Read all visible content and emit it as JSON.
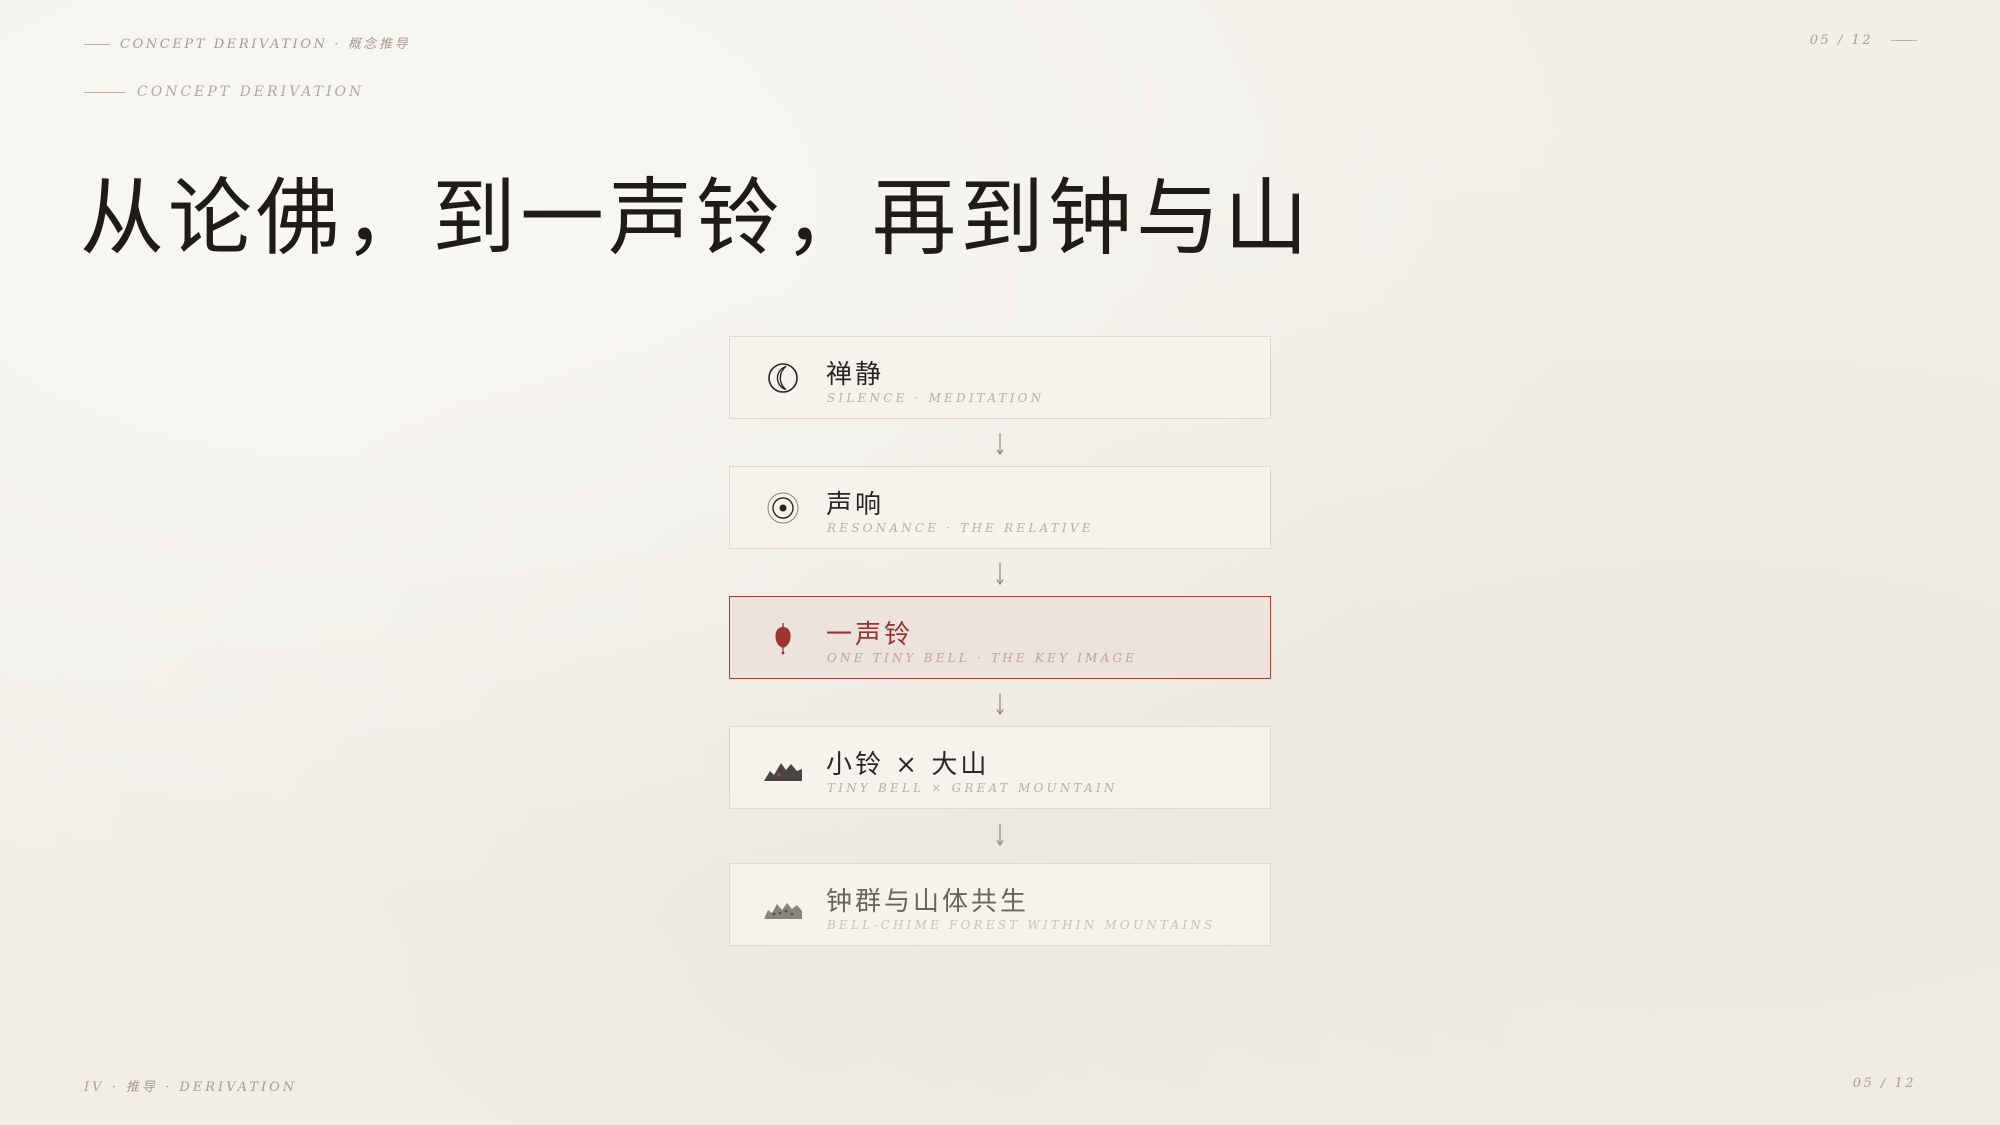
{
  "header": {
    "section_label": "CONCEPT DERIVATION · 概念推导",
    "page_indicator": "05 / 12"
  },
  "eyebrow": "CONCEPT DERIVATION",
  "title": "从论佛，到一声铃，再到钟与山",
  "steps": [
    {
      "zh": "禅静",
      "en": "SILENCE · MEDITATION",
      "icon": "crescent-moon-icon"
    },
    {
      "zh": "声响",
      "en": "RESONANCE · THE RELATIVE",
      "icon": "ripple-circle-icon"
    },
    {
      "zh": "一声铃",
      "en": "ONE TINY BELL · THE KEY IMAGE",
      "icon": "bell-icon"
    },
    {
      "zh": "小铃 × 大山",
      "en": "TINY BELL × GREAT MOUNTAIN",
      "icon": "mountain-bell-icon"
    },
    {
      "zh": "钟群与山体共生",
      "en": "BELL-CHIME FOREST WITHIN MOUNTAINS",
      "icon": "mountain-range-icon"
    }
  ],
  "arrow_icon": "down-arrow-icon",
  "footer": {
    "chapter": "IV · 推导 · DERIVATION",
    "page": "05 / 12"
  },
  "colors": {
    "background": "#f2efe8",
    "accent": "#963630",
    "card": "#f6f3ec",
    "highlight_card": "#ede3dc"
  }
}
